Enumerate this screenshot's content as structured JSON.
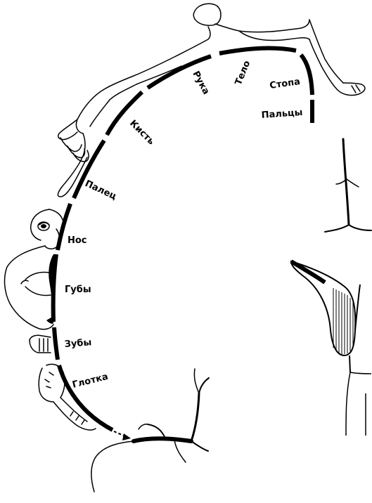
{
  "diagram": {
    "labels": {
      "toes": "Пальцы",
      "foot": "Стопа",
      "body": "Тело",
      "arm": "Рука",
      "hand": "Кисть",
      "finger": "Палец",
      "nose": "Нос",
      "lips": "Губы",
      "teeth": "Зубы",
      "pharynx": "Глотка"
    },
    "ink_color": "#000000",
    "background": "#ffffff"
  }
}
